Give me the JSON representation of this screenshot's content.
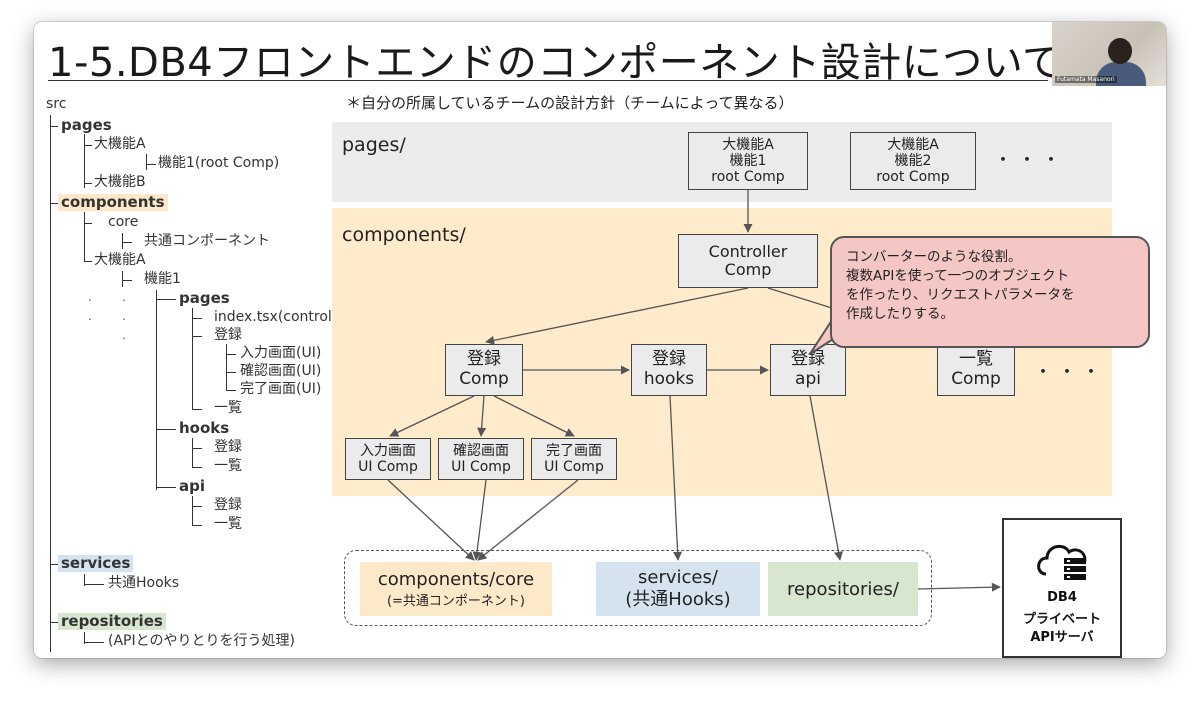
{
  "slide": {
    "title": "1-5.DB4フロントエンドのコンポーネント設計について",
    "note": "＊自分の所属しているチームの設計方針（チームによって異なる）",
    "presenter_name": "Futamata Masanori"
  },
  "tree": {
    "root": "src",
    "pages": "pages",
    "pages_feature_a": "大機能A",
    "pages_feature1": "機能1(root Comp)",
    "pages_feature_b": "大機能B",
    "components": "components",
    "core": "core",
    "core_common": "共通コンポーネント",
    "comp_feature_a": "大機能A",
    "comp_feature1": "機能1",
    "sub_pages": "pages",
    "index_file": "index.tsx(controller Comp)",
    "register": "登録",
    "input_screen": "入力画面(UI)",
    "confirm_screen": "確認画面(UI)",
    "complete_screen": "完了画面(UI)",
    "list": "一覧",
    "hooks": "hooks",
    "hooks_register": "登録",
    "hooks_list": "一覧",
    "api": "api",
    "api_register": "登録",
    "api_list": "一覧",
    "services": "services",
    "services_common": "共通Hooks",
    "repositories": "repositories",
    "repositories_desc": "(APIとのやりとりを行う処理)",
    "colors": {
      "pages": "#e6e6e6",
      "components": "#fde9c9",
      "services": "#d5e3ee",
      "repositories": "#d7e6cf"
    }
  },
  "diagram": {
    "pages_band_label": "pages/",
    "components_band_label": "components/",
    "root_box1": {
      "line1": "大機能A",
      "line2": "機能1",
      "line3": "root Comp"
    },
    "root_box2": {
      "line1": "大機能A",
      "line2": "機能2",
      "line3": "root Comp"
    },
    "ellipsis": "・・・",
    "controller": {
      "line1": "Controller",
      "line2": "Comp"
    },
    "register_comp": {
      "line1": "登録",
      "line2": "Comp"
    },
    "register_hooks": {
      "line1": "登録",
      "line2": "hooks"
    },
    "register_api": {
      "line1": "登録",
      "line2": "api"
    },
    "list_comp": {
      "line1": "一覧",
      "line2": "Comp"
    },
    "ui_input": {
      "line1": "入力画面",
      "line2": "UI Comp"
    },
    "ui_confirm": {
      "line1": "確認画面",
      "line2": "UI Comp"
    },
    "ui_complete": {
      "line1": "完了画面",
      "line2": "UI Comp"
    },
    "callout": {
      "line1": "コンバーターのような役割。",
      "line2": "複数APIを使って一つのオブジェクト",
      "line3": "を作ったり、リクエストパラメータを",
      "line4": "作成したりする。"
    },
    "core_box": {
      "line1": "components/core",
      "line2": "(=共通コンポーネント)"
    },
    "services_box": {
      "line1": "services/",
      "line2": "(共通Hooks)"
    },
    "repositories_box": "repositories/",
    "server": {
      "line1": "DB4",
      "line2": "プライベート",
      "line3": "APIサーバ"
    },
    "colors": {
      "pages_band": "#ececec",
      "components_band": "#fdebcc",
      "callout": "#f4c7c5",
      "core": "#fde9c9",
      "services": "#d5e3ee",
      "repositories": "#d7e6cf"
    }
  }
}
